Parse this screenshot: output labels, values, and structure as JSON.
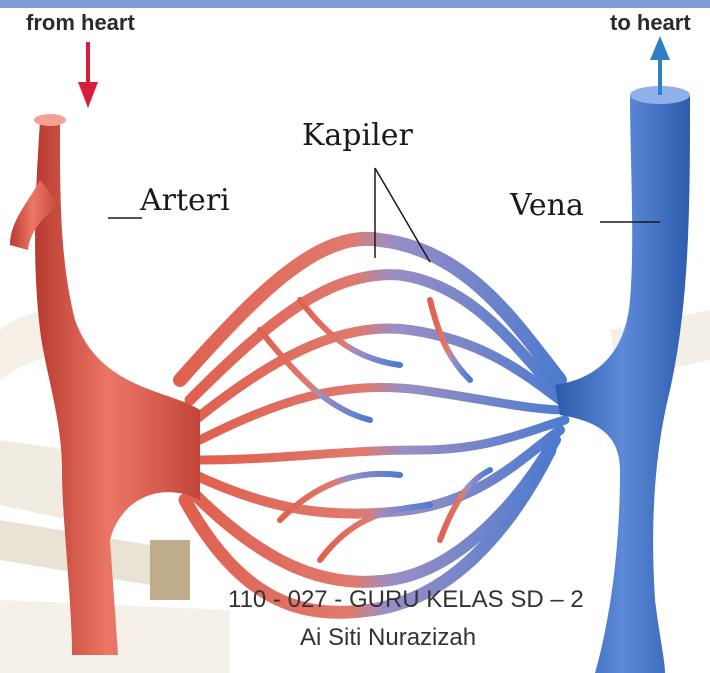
{
  "labels": {
    "from_heart": "from heart",
    "to_heart": "to heart",
    "capillary": "Kapiler",
    "artery": "Arteri",
    "vein": "Vena"
  },
  "credit": {
    "line1": "110 - 027 - GURU KELAS SD – 2",
    "line2": "Ai Siti Nurazizah"
  },
  "colors": {
    "artery": "#d9584a",
    "artery_dark": "#a8322b",
    "vein": "#3f6fc4",
    "vein_dark": "#2a4f97",
    "top_bar": "#7f9bd6",
    "arrow_in": "#d81e3c",
    "arrow_out": "#2f7fc8"
  }
}
